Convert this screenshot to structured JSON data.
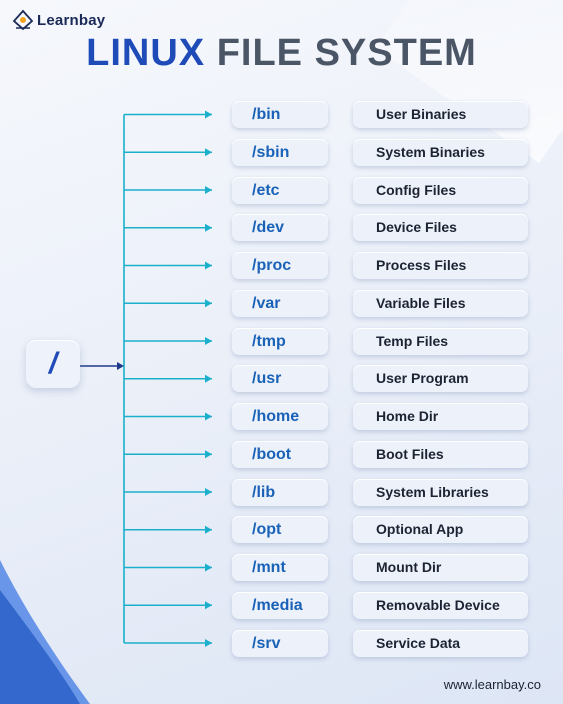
{
  "brand": {
    "logo_text": "Learnbay"
  },
  "title": {
    "part1": "LINUX",
    "part2": "FILE SYSTEM"
  },
  "root": {
    "label": "/"
  },
  "entries": [
    {
      "dir": "/bin",
      "desc": "User Binaries"
    },
    {
      "dir": "/sbin",
      "desc": "System Binaries"
    },
    {
      "dir": "/etc",
      "desc": "Config Files"
    },
    {
      "dir": "/dev",
      "desc": "Device Files"
    },
    {
      "dir": "/proc",
      "desc": "Process Files"
    },
    {
      "dir": "/var",
      "desc": "Variable Files"
    },
    {
      "dir": "/tmp",
      "desc": "Temp Files"
    },
    {
      "dir": "/usr",
      "desc": "User Program"
    },
    {
      "dir": "/home",
      "desc": "Home Dir"
    },
    {
      "dir": "/boot",
      "desc": "Boot Files"
    },
    {
      "dir": "/lib",
      "desc": "System Libraries"
    },
    {
      "dir": "/opt",
      "desc": "Optional App"
    },
    {
      "dir": "/mnt",
      "desc": "Mount Dir"
    },
    {
      "dir": "/media",
      "desc": "Removable Device"
    },
    {
      "dir": "/srv",
      "desc": "Service Data"
    }
  ],
  "footer": {
    "url": "www.learnbay.co"
  },
  "colors": {
    "accent": "#1e4bb8",
    "connector": "#1ab0cc",
    "dir_text": "#1a62b8",
    "title_gray": "#4a5566"
  }
}
